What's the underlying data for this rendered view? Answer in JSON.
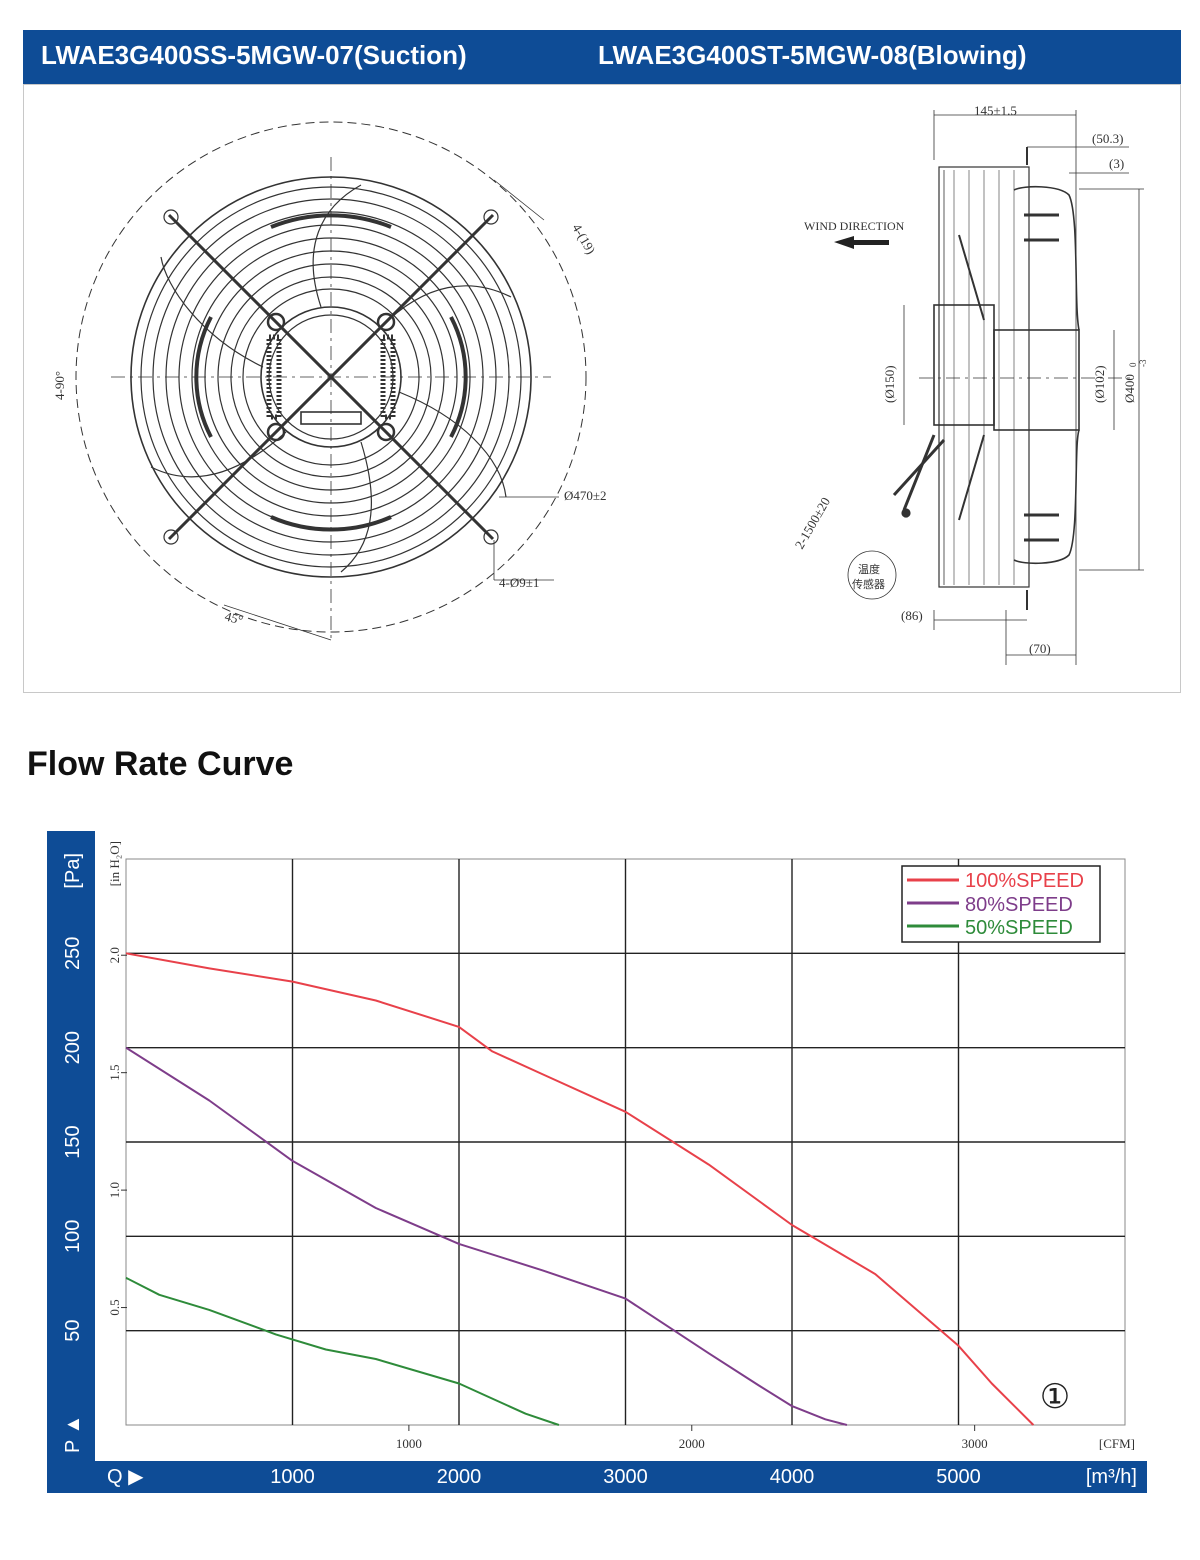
{
  "header": {
    "model_1": "LWAE3G400SS-5MGW-07",
    "mode_1": "(Suction)",
    "model_2": "LWAE3G400ST-5MGW-08",
    "mode_2": "(Blowing)"
  },
  "front_view": {
    "dim_slot": "4-(19)",
    "dim_angle_90": "4-90°",
    "dim_outer_diameter": "Ø470±2",
    "dim_holes": "4-Ø9±1",
    "dim_angle_45": "45°"
  },
  "side_view": {
    "dim_depth": "145±1.5",
    "dim_50_3": "(50.3)",
    "dim_3": "(3)",
    "wind_direction": "WIND DIRECTION",
    "dim_150": "(Ø150)",
    "dim_102": "(Ø102)",
    "dim_400": "Ø400",
    "dim_400_tol_upper": "0",
    "dim_400_tol_lower": "-3",
    "dim_cable": "2-1500±20",
    "sensor_label_line1": "温度",
    "sensor_label_line2": "传感器",
    "dim_86": "(86)",
    "dim_70": "(70)"
  },
  "section_title": "Flow Rate Curve",
  "chart_data": {
    "type": "line",
    "y_axis_label_pa": "[Pa]",
    "y_axis_label_inh2o": "[in H₂O]",
    "y_axis_symbol": "P ▲",
    "x_axis_symbol": "Q ▶",
    "x_unit_m3h": "[m³/h]",
    "x_unit_cfm": "[CFM]",
    "x_ticks_m3h": [
      1000,
      2000,
      3000,
      4000,
      5000
    ],
    "x_ticks_cfm": [
      1000,
      2000,
      3000
    ],
    "y_ticks_pa": [
      50,
      100,
      150,
      200,
      250
    ],
    "y_ticks_inh2o": [
      "0.5",
      "1.0",
      "1.5",
      "2.0"
    ],
    "xlim_m3h": [
      0,
      6000
    ],
    "ylim_pa": [
      0,
      300
    ],
    "grid": true,
    "legend_position": "top-right",
    "curve_marker": "①",
    "series": [
      {
        "name": "100%SPEED",
        "color": "#e8414a",
        "x": [
          0,
          500,
          1000,
          1500,
          2000,
          2200,
          2500,
          3000,
          3500,
          4000,
          4500,
          5000,
          5200,
          5450
        ],
        "y": [
          250,
          242,
          235,
          225,
          211,
          198,
          186,
          166,
          138,
          106,
          80,
          42,
          22,
          0
        ]
      },
      {
        "name": "80%SPEED",
        "color": "#7e3d8a",
        "x": [
          0,
          500,
          1000,
          1500,
          2000,
          2500,
          3000,
          3500,
          3800,
          4000,
          4200,
          4330
        ],
        "y": [
          200,
          172,
          140,
          115,
          96,
          82,
          67,
          38,
          21,
          10,
          3,
          0
        ]
      },
      {
        "name": "50%SPEED",
        "color": "#2e8b3a",
        "x": [
          0,
          200,
          500,
          900,
          1200,
          1500,
          2000,
          2200,
          2400,
          2600
        ],
        "y": [
          78,
          69,
          61,
          48,
          40,
          35,
          22,
          14,
          6,
          0
        ]
      }
    ]
  }
}
